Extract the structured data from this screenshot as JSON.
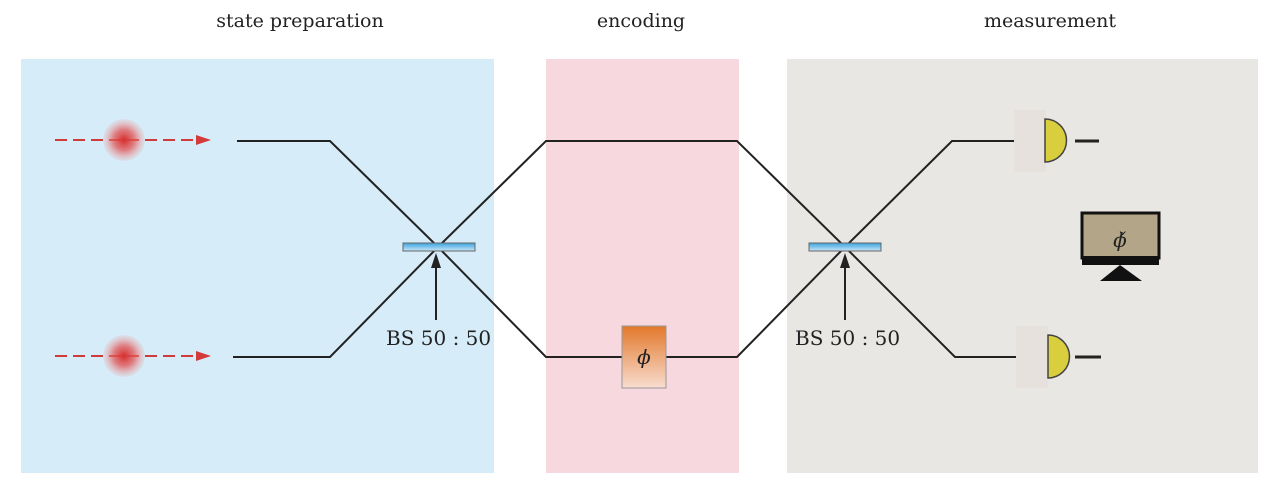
{
  "sections": [
    {
      "id": "state",
      "title": "state preparation",
      "color": "#d6ecf8"
    },
    {
      "id": "encoding",
      "title": "encoding",
      "color": "#f6d8de"
    },
    {
      "id": "measurement",
      "title": "measurement",
      "color": "#e9e7e4"
    }
  ],
  "beam_splitters": [
    {
      "label": "BS 50 : 50"
    },
    {
      "label": "BS 50 : 50"
    }
  ],
  "phase_shifter": {
    "symbol": "ϕ"
  },
  "display": {
    "symbol": "ϕ̌"
  },
  "colors": {
    "photon": "#d33a3a",
    "line": "#222222",
    "splitter": "#7cc1e8",
    "phase": "#e98a3c",
    "detector": "#d9cf3e",
    "screen": "#b3a587"
  }
}
